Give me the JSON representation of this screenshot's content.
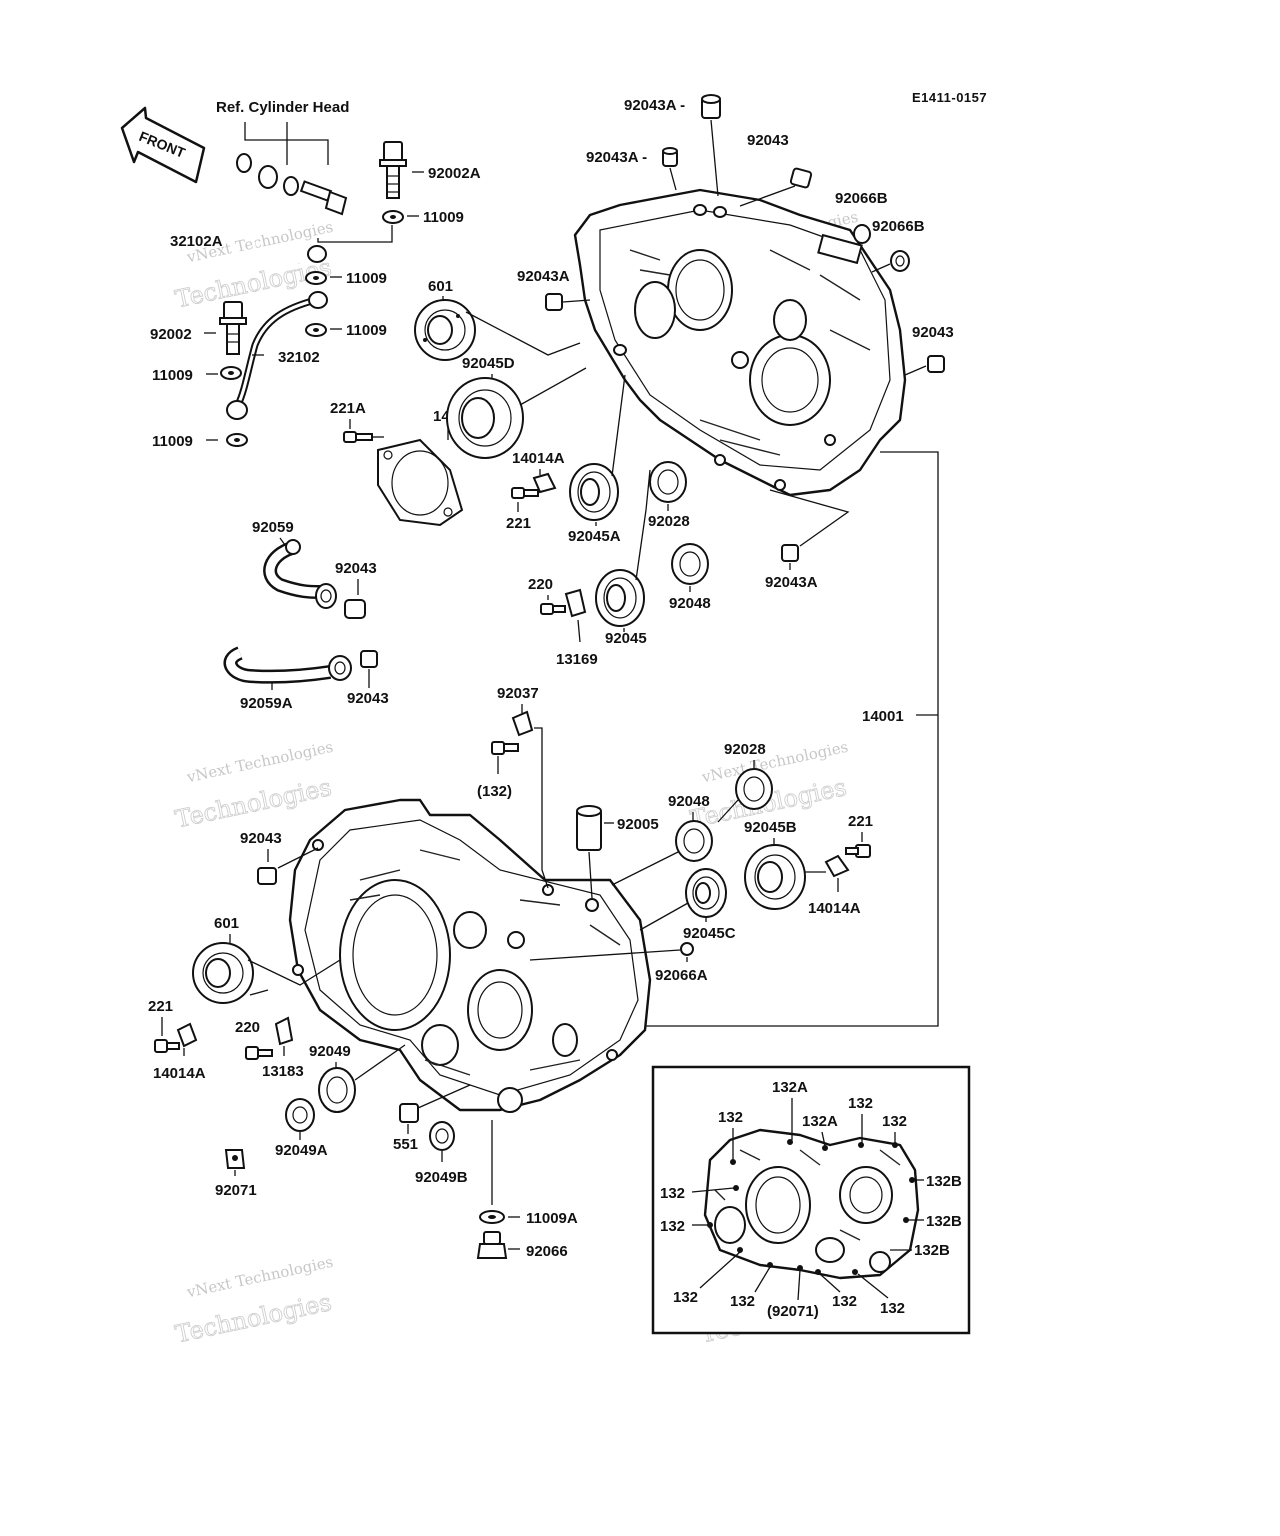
{
  "diagram_code": "E1411-0157",
  "front_label": "FRONT",
  "ref_label": "Ref. Cylinder Head",
  "watermark": {
    "line1": "vNext Technologies",
    "line2": "Technologies"
  },
  "labels": {
    "p92043A_a": "92043A -",
    "p92043A_b": "92043A -",
    "p92043_top": "92043",
    "p92066B_1": "92066B",
    "p92066B_2": "92066B",
    "p92043A_c": "92043A",
    "p92043_r": "92043",
    "p92002A": "92002A",
    "p11009_a": "11009",
    "p32102A": "32102A",
    "p11009_b": "11009",
    "p11009_c": "11009",
    "p601_top": "601",
    "p92002": "92002",
    "p32102": "32102",
    "p11009_d": "11009",
    "p11009_e": "11009",
    "p14014": "14014",
    "p92045D": "92045D",
    "p221A": "221A",
    "p14014A_top": "14014A",
    "p221_top": "221",
    "p92045A": "92045A",
    "p92028_top": "92028",
    "p92043A_d": "92043A",
    "p92059": "92059",
    "p92043_m1": "92043",
    "p220_top": "220",
    "p92045": "92045",
    "p92048_top": "92048",
    "p13169": "13169",
    "p92059A": "92059A",
    "p92043_m2": "92043",
    "p92037": "92037",
    "p132_paren": "(132)",
    "p14001": "14001",
    "p92028_mid": "92028",
    "p92048_mid": "92048",
    "p92005": "92005",
    "p92045B": "92045B",
    "p221_r": "221",
    "p92043_l": "92043",
    "p14014A_r": "14014A",
    "p92045C": "92045C",
    "p601_l": "601",
    "p92066A": "92066A",
    "p221_l": "221",
    "p220_l": "220",
    "p14014A_l": "14014A",
    "p13183": "13183",
    "p92049": "92049",
    "p92049A": "92049A",
    "p551": "551",
    "p92049B": "92049B",
    "p92071": "92071",
    "p11009A": "11009A",
    "p92066": "92066"
  },
  "inset": {
    "labels": {
      "i132A_1": "132A",
      "i132_1": "132",
      "i132A_2": "132A",
      "i132_2": "132",
      "i132_3": "132",
      "i132B_1": "132B",
      "i132_4": "132",
      "i132B_2": "132B",
      "i132_5": "132",
      "i132B_3": "132B",
      "i132_6": "132",
      "i132_7": "132",
      "i92071": "(92071)",
      "i132_8": "132",
      "i132_9": "132"
    }
  }
}
